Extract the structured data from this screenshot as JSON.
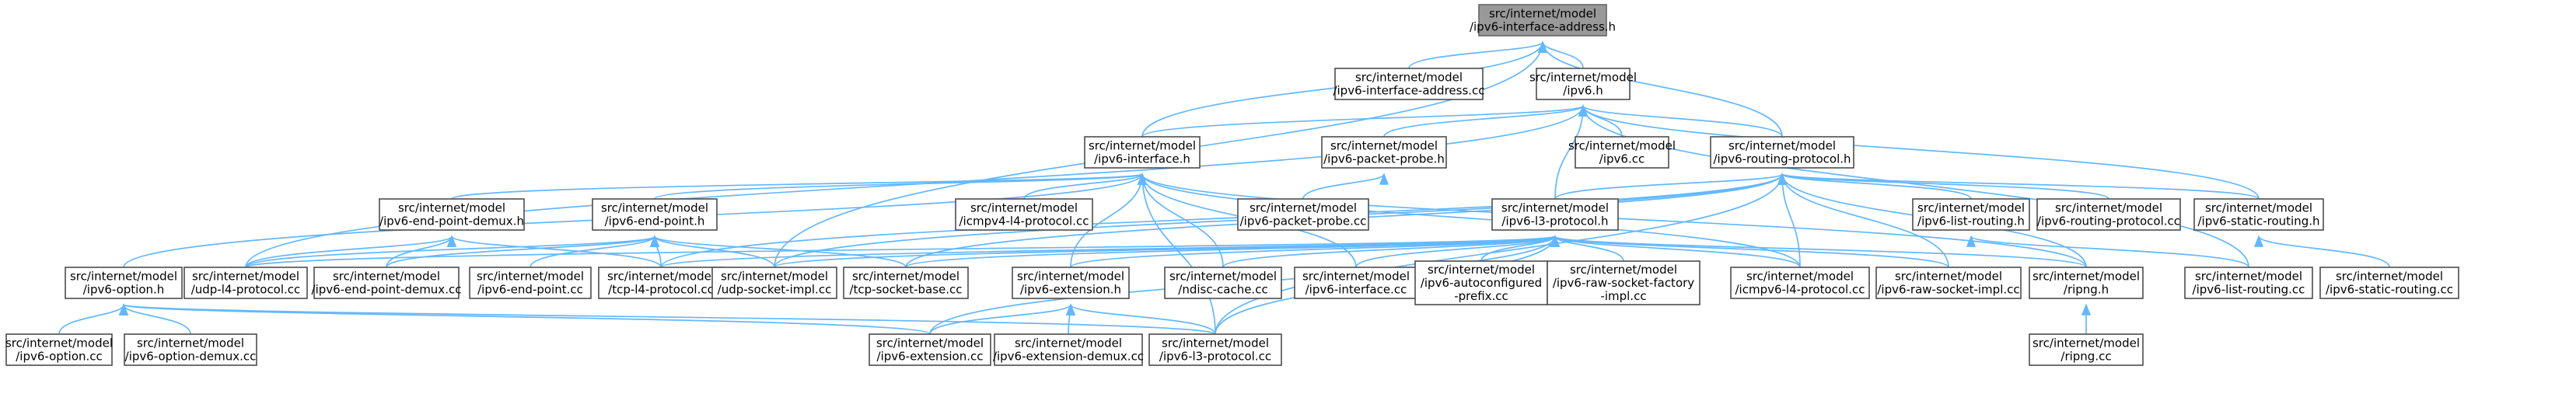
{
  "graph": {
    "nodes": [
      {
        "id": "root",
        "label": [
          "src/internet/model",
          "/ipv6-interface-address.h"
        ],
        "root": true
      },
      {
        "id": "iaddr_cc",
        "label": [
          "src/internet/model",
          "/ipv6-interface-address.cc"
        ]
      },
      {
        "id": "ipv6_h",
        "label": [
          "src/internet/model",
          "/ipv6.h"
        ]
      },
      {
        "id": "iface_h",
        "label": [
          "src/internet/model",
          "/ipv6-interface.h"
        ]
      },
      {
        "id": "probe_h",
        "label": [
          "src/internet/model",
          "/ipv6-packet-probe.h"
        ]
      },
      {
        "id": "ipv6_cc",
        "label": [
          "src/internet/model",
          "/ipv6.cc"
        ]
      },
      {
        "id": "rproto_h",
        "label": [
          "src/internet/model",
          "/ipv6-routing-protocol.h"
        ]
      },
      {
        "id": "epdemux_h",
        "label": [
          "src/internet/model",
          "/ipv6-end-point-demux.h"
        ]
      },
      {
        "id": "ep_h",
        "label": [
          "src/internet/model",
          "/ipv6-end-point.h"
        ]
      },
      {
        "id": "icmpv4_cc",
        "label": [
          "src/internet/model",
          "/icmpv4-l4-protocol.cc"
        ]
      },
      {
        "id": "probe_cc",
        "label": [
          "src/internet/model",
          "/ipv6-packet-probe.cc"
        ]
      },
      {
        "id": "l3_h",
        "label": [
          "src/internet/model",
          "/ipv6-l3-protocol.h"
        ]
      },
      {
        "id": "listr_h",
        "label": [
          "src/internet/model",
          "/ipv6-list-routing.h"
        ]
      },
      {
        "id": "rproto_cc",
        "label": [
          "src/internet/model",
          "/ipv6-routing-protocol.cc"
        ]
      },
      {
        "id": "static_h",
        "label": [
          "src/internet/model",
          "/ipv6-static-routing.h"
        ]
      },
      {
        "id": "option_h",
        "label": [
          "src/internet/model",
          "/ipv6-option.h"
        ]
      },
      {
        "id": "udp_cc",
        "label": [
          "src/internet/model",
          "/udp-l4-protocol.cc"
        ]
      },
      {
        "id": "epdemux_cc",
        "label": [
          "src/internet/model",
          "/ipv6-end-point-demux.cc"
        ]
      },
      {
        "id": "ep_cc",
        "label": [
          "src/internet/model",
          "/ipv6-end-point.cc"
        ]
      },
      {
        "id": "tcp_cc",
        "label": [
          "src/internet/model",
          "/tcp-l4-protocol.cc"
        ]
      },
      {
        "id": "udpsock_cc",
        "label": [
          "src/internet/model",
          "/udp-socket-impl.cc"
        ]
      },
      {
        "id": "tcpsock_cc",
        "label": [
          "src/internet/model",
          "/tcp-socket-base.cc"
        ]
      },
      {
        "id": "ext_h",
        "label": [
          "src/internet/model",
          "/ipv6-extension.h"
        ]
      },
      {
        "id": "ndisc_cc",
        "label": [
          "src/internet/model",
          "/ndisc-cache.cc"
        ]
      },
      {
        "id": "iface_cc",
        "label": [
          "src/internet/model",
          "/ipv6-interface.cc"
        ]
      },
      {
        "id": "autoconf_cc",
        "label": [
          "src/internet/model",
          "/ipv6-autoconfigured",
          "-prefix.cc"
        ]
      },
      {
        "id": "raw_fac_cc",
        "label": [
          "src/internet/model",
          "/ipv6-raw-socket-factory",
          "-impl.cc"
        ]
      },
      {
        "id": "icmpv6_cc",
        "label": [
          "src/internet/model",
          "/icmpv6-l4-protocol.cc"
        ]
      },
      {
        "id": "raw_sock_cc",
        "label": [
          "src/internet/model",
          "/ipv6-raw-socket-impl.cc"
        ]
      },
      {
        "id": "ripng_h",
        "label": [
          "src/internet/model",
          "/ripng.h"
        ]
      },
      {
        "id": "listr_cc",
        "label": [
          "src/internet/model",
          "/ipv6-list-routing.cc"
        ]
      },
      {
        "id": "static_cc",
        "label": [
          "src/internet/model",
          "/ipv6-static-routing.cc"
        ]
      },
      {
        "id": "option_cc",
        "label": [
          "src/internet/model",
          "/ipv6-option.cc"
        ]
      },
      {
        "id": "optdemux_cc",
        "label": [
          "src/internet/model",
          "/ipv6-option-demux.cc"
        ]
      },
      {
        "id": "ext_cc",
        "label": [
          "src/internet/model",
          "/ipv6-extension.cc"
        ]
      },
      {
        "id": "extdemux_cc",
        "label": [
          "src/internet/model",
          "/ipv6-extension-demux.cc"
        ]
      },
      {
        "id": "l3_cc",
        "label": [
          "src/internet/model",
          "/ipv6-l3-protocol.cc"
        ]
      },
      {
        "id": "ripng_cc",
        "label": [
          "src/internet/model",
          "/ripng.cc"
        ]
      }
    ],
    "edges": [
      [
        "iaddr_cc",
        "root"
      ],
      [
        "ipv6_h",
        "root"
      ],
      [
        "iface_h",
        "root"
      ],
      [
        "rproto_h",
        "root"
      ],
      [
        "udpsock_cc",
        "root"
      ],
      [
        "iface_h",
        "ipv6_h"
      ],
      [
        "probe_h",
        "ipv6_h"
      ],
      [
        "ipv6_cc",
        "ipv6_h"
      ],
      [
        "rproto_h",
        "ipv6_h"
      ],
      [
        "l3_h",
        "ipv6_h"
      ],
      [
        "static_h",
        "ipv6_h"
      ],
      [
        "listr_cc",
        "ipv6_h"
      ],
      [
        "udp_cc",
        "ipv6_h"
      ],
      [
        "epdemux_h",
        "iface_h"
      ],
      [
        "ep_h",
        "iface_h"
      ],
      [
        "icmpv4_cc",
        "iface_h"
      ],
      [
        "option_h",
        "iface_h"
      ],
      [
        "ext_h",
        "iface_h"
      ],
      [
        "ndisc_cc",
        "iface_h"
      ],
      [
        "iface_cc",
        "iface_h"
      ],
      [
        "l3_cc",
        "iface_h"
      ],
      [
        "icmpv6_cc",
        "iface_h"
      ],
      [
        "ripng_h",
        "iface_h"
      ],
      [
        "probe_cc",
        "probe_h"
      ],
      [
        "l3_h",
        "rproto_h"
      ],
      [
        "listr_h",
        "rproto_h"
      ],
      [
        "rproto_cc",
        "rproto_h"
      ],
      [
        "static_h",
        "rproto_h"
      ],
      [
        "icmpv6_cc",
        "rproto_h"
      ],
      [
        "raw_sock_cc",
        "rproto_h"
      ],
      [
        "ripng_h",
        "rproto_h"
      ],
      [
        "tcp_cc",
        "rproto_h"
      ],
      [
        "udpsock_cc",
        "rproto_h"
      ],
      [
        "tcpsock_cc",
        "rproto_h"
      ],
      [
        "l3_cc",
        "rproto_h"
      ],
      [
        "udp_cc",
        "epdemux_h"
      ],
      [
        "epdemux_cc",
        "epdemux_h"
      ],
      [
        "tcp_cc",
        "epdemux_h"
      ],
      [
        "udp_cc",
        "ep_h"
      ],
      [
        "epdemux_cc",
        "ep_h"
      ],
      [
        "ep_cc",
        "ep_h"
      ],
      [
        "tcp_cc",
        "ep_h"
      ],
      [
        "udpsock_cc",
        "ep_h"
      ],
      [
        "tcpsock_cc",
        "ep_h"
      ],
      [
        "udp_cc",
        "l3_h"
      ],
      [
        "tcp_cc",
        "l3_h"
      ],
      [
        "udpsock_cc",
        "l3_h"
      ],
      [
        "tcpsock_cc",
        "l3_h"
      ],
      [
        "ext_h",
        "l3_h"
      ],
      [
        "ndisc_cc",
        "l3_h"
      ],
      [
        "iface_cc",
        "l3_h"
      ],
      [
        "autoconf_cc",
        "l3_h"
      ],
      [
        "raw_fac_cc",
        "l3_h"
      ],
      [
        "icmpv6_cc",
        "l3_h"
      ],
      [
        "raw_sock_cc",
        "l3_h"
      ],
      [
        "ripng_h",
        "l3_h"
      ],
      [
        "ext_cc",
        "l3_h"
      ],
      [
        "l3_cc",
        "l3_h"
      ],
      [
        "listr_cc",
        "listr_h"
      ],
      [
        "static_cc",
        "static_h"
      ],
      [
        "option_cc",
        "option_h"
      ],
      [
        "optdemux_cc",
        "option_h"
      ],
      [
        "ext_cc",
        "option_h"
      ],
      [
        "l3_cc",
        "option_h"
      ],
      [
        "ext_cc",
        "ext_h"
      ],
      [
        "extdemux_cc",
        "ext_h"
      ],
      [
        "l3_cc",
        "ext_h"
      ],
      [
        "ripng_cc",
        "ripng_h"
      ]
    ]
  }
}
